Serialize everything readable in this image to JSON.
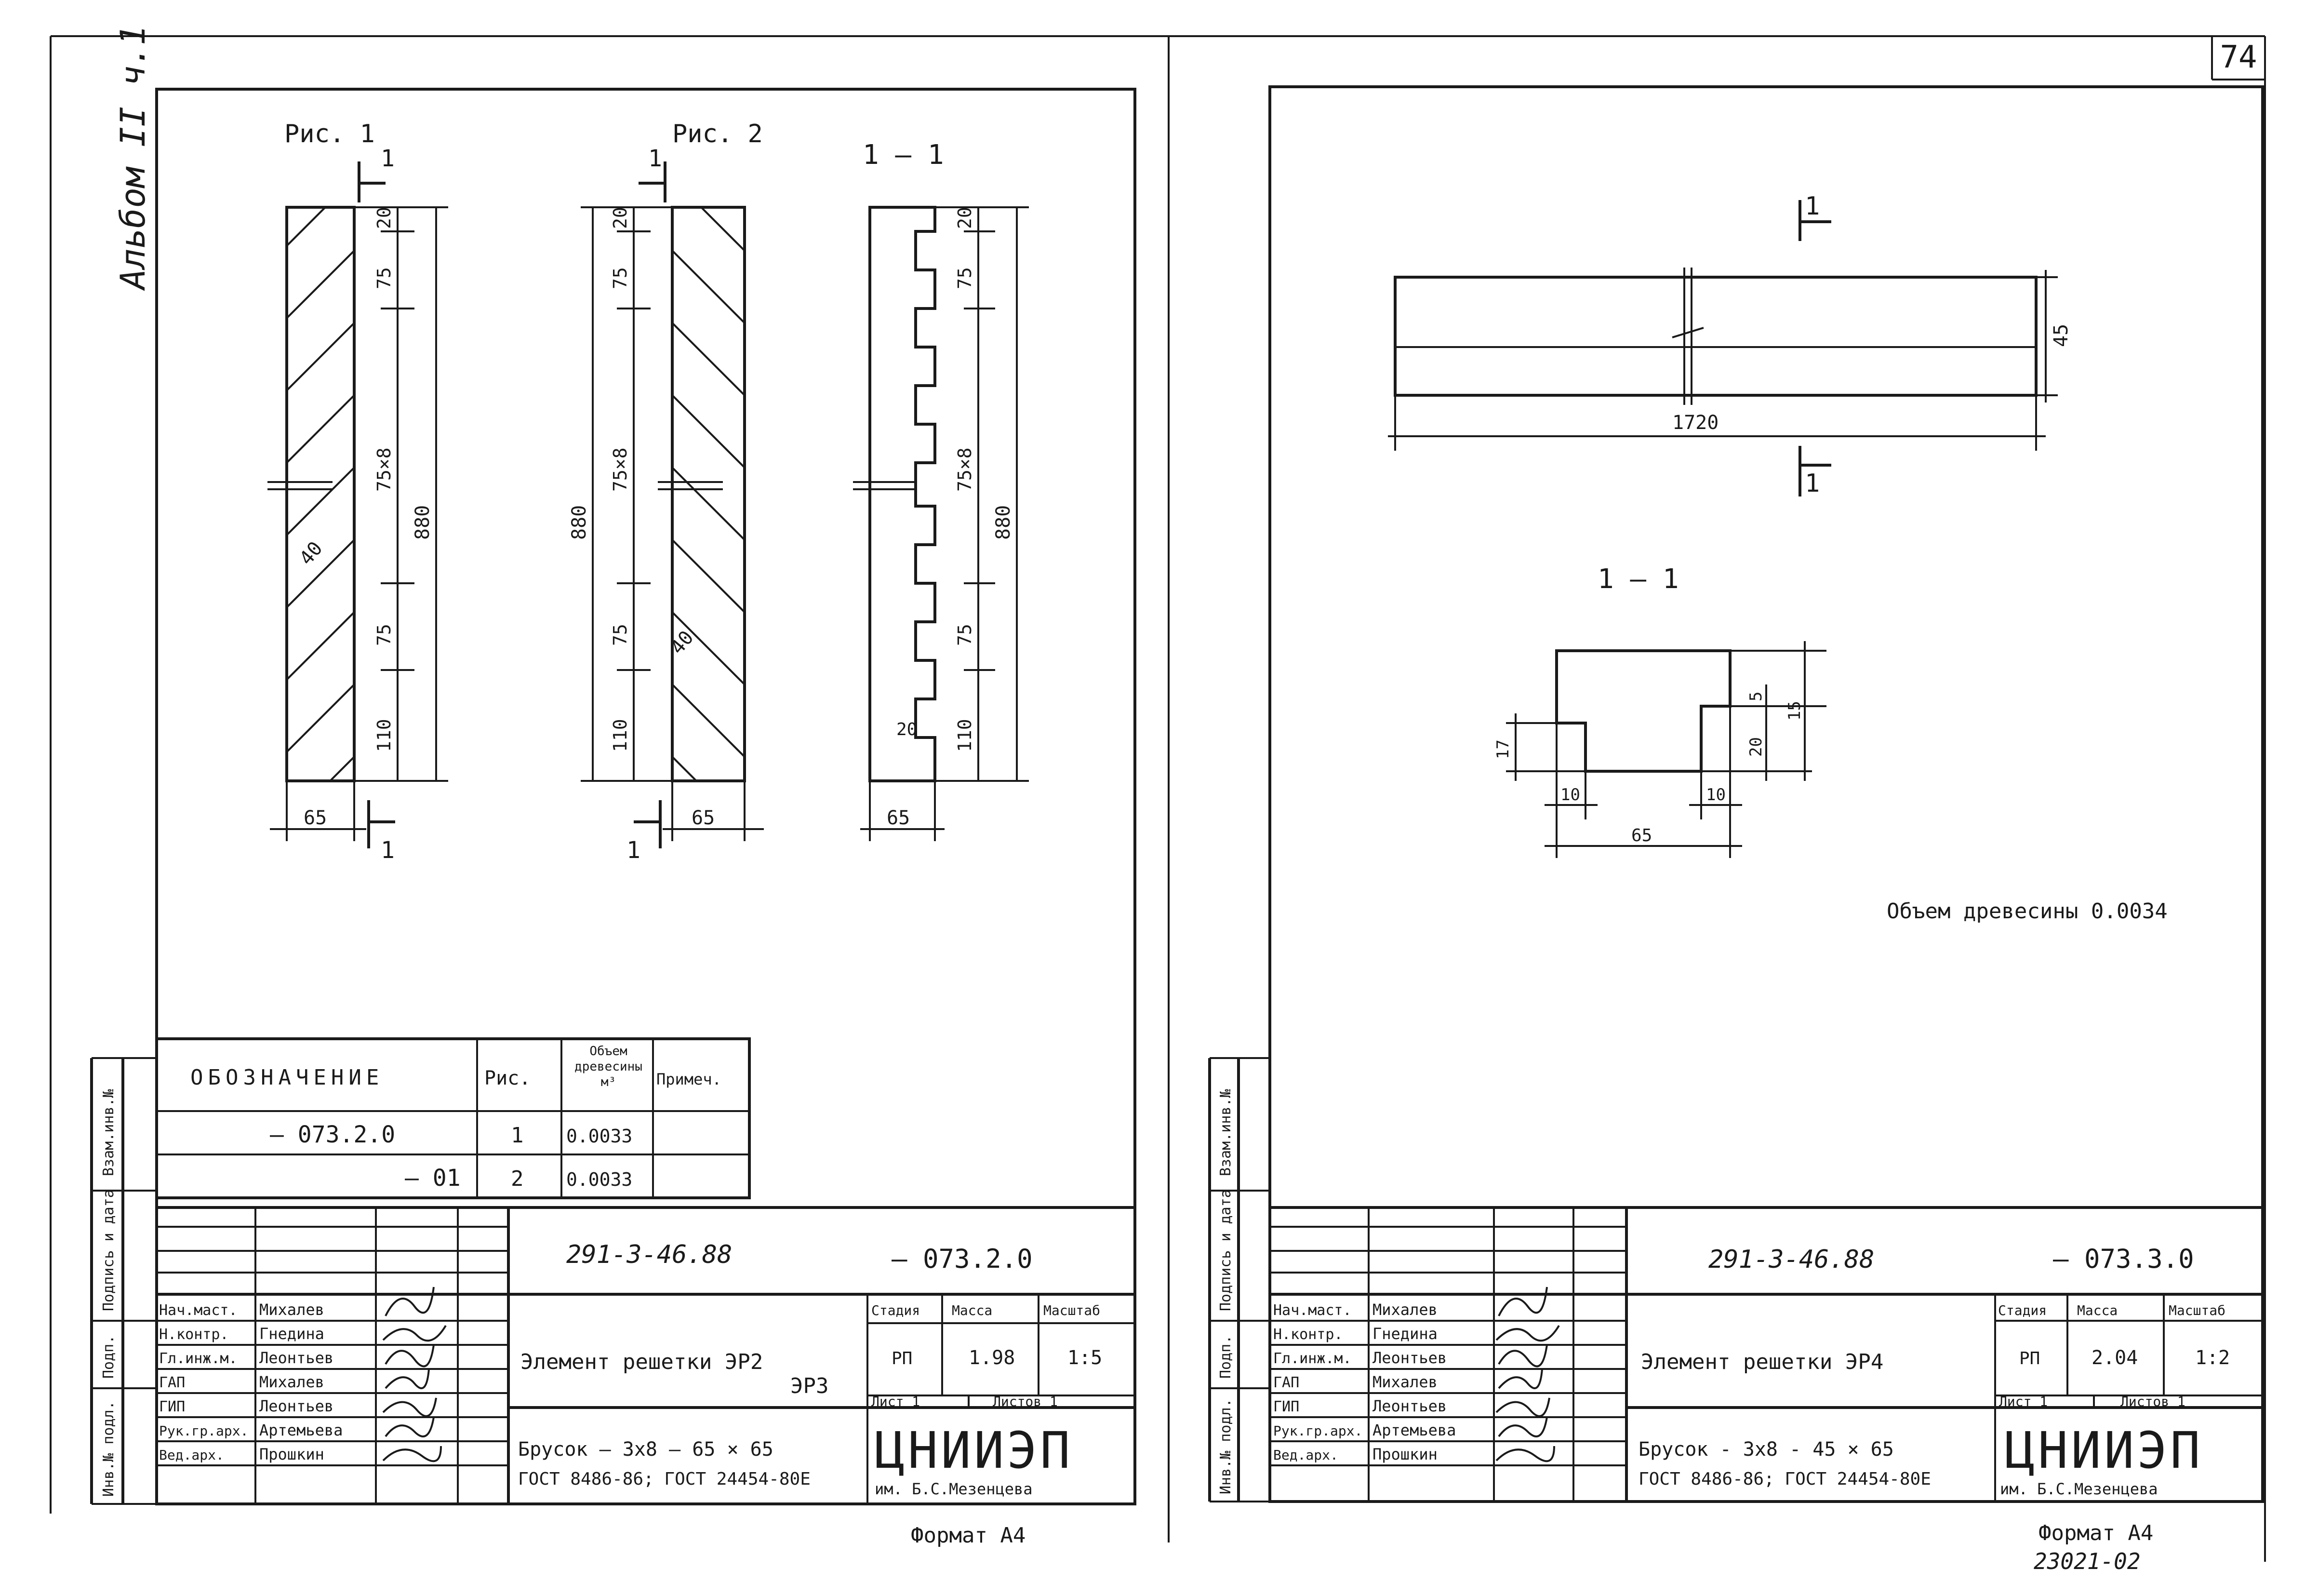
{
  "page_number": "74",
  "album_label": "Альбом II ч.1",
  "left": {
    "fig1_title": "Рис. 1",
    "fig2_title": "Рис. 2",
    "section_title": "1 — 1",
    "cut_mark": "1",
    "dims": {
      "d20": "20",
      "d75": "75",
      "d75x8": "75×8",
      "d110": "110",
      "d880": "880",
      "d65": "65",
      "d40": "40",
      "d20b": "20"
    },
    "spec_table": {
      "headers": [
        "ОБОЗНАЧЕНИЕ",
        "Рис.",
        "Объем древесины м³",
        "Примеч."
      ],
      "rows": [
        {
          "code": "— 073.2.0",
          "fig": "1",
          "volume": "0.0033",
          "note": ""
        },
        {
          "code": "— 01",
          "fig": "2",
          "volume": "0.0033",
          "note": ""
        }
      ]
    },
    "stamp": {
      "doc_code": "291-3-46.88",
      "sheet_code": "— 073.2.0",
      "roles": [
        "Нач.маст.",
        "Н.контр.",
        "Гл.инж.м.",
        "ГАП",
        "ГИП",
        "Рук.гр.арх.",
        "Вед.арх."
      ],
      "names": [
        "Михалев",
        "Гнедина",
        "Леонтьев",
        "Михалев",
        "Леонтьев",
        "Артемьева",
        "Прошкин"
      ],
      "title_line1": "Элемент решетки ЭР2",
      "title_line2": "ЭР3",
      "material_line1": "Брусок — 3х8 — 65 × 65",
      "material_line2": "ГОСТ 8486-86; ГОСТ 24454-80Е",
      "col_stage": "Стадия",
      "col_mass": "Масса",
      "col_scale": "Масштаб",
      "stage": "РП",
      "mass": "1.98",
      "scale": "1:5",
      "sheet_label": "Лист 1",
      "sheets_label": "Листов 1",
      "org": "ЦНИИЭП",
      "org_sub": "им. Б.С.Мезенцева",
      "format": "Формат А4"
    },
    "side_labels": [
      "Взам.инв.№",
      "Подпись и дата",
      "Подп.",
      "Инв.№ подл."
    ]
  },
  "right": {
    "plan_length": "1720",
    "plan_height": "45",
    "cut_mark": "1",
    "section_title": "1 — 1",
    "dims": {
      "d5": "5",
      "d15": "15",
      "d20": "20",
      "d17": "17",
      "d10a": "10",
      "d10b": "10",
      "d65": "65"
    },
    "wood_volume": "Объем древесины 0.0034",
    "stamp": {
      "doc_code": "291-3-46.88",
      "sheet_code": "— 073.3.0",
      "roles": [
        "Нач.маст.",
        "Н.контр.",
        "Гл.инж.м.",
        "ГАП",
        "ГИП",
        "Рук.гр.арх.",
        "Вед.арх."
      ],
      "names": [
        "Михалев",
        "Гнедина",
        "Леонтьев",
        "Михалев",
        "Леонтьев",
        "Артемьева",
        "Прошкин"
      ],
      "title_line1": "Элемент решетки ЭР4",
      "material_line1": "Брусок - 3х8 - 45 × 65",
      "material_line2": "ГОСТ 8486-86; ГОСТ 24454-80Е",
      "col_stage": "Стадия",
      "col_mass": "Масса",
      "col_scale": "Масштаб",
      "stage": "РП",
      "mass": "2.04",
      "scale": "1:2",
      "sheet_label": "Лист 1",
      "sheets_label": "Листов 1",
      "org": "ЦНИИЭП",
      "org_sub": "им. Б.С.Мезенцева",
      "format": "Формат А4",
      "archive_no": "23021-02"
    },
    "side_labels": [
      "Взам.инв.№",
      "Подпись и дата",
      "Подп.",
      "Инв.№ подл."
    ]
  }
}
